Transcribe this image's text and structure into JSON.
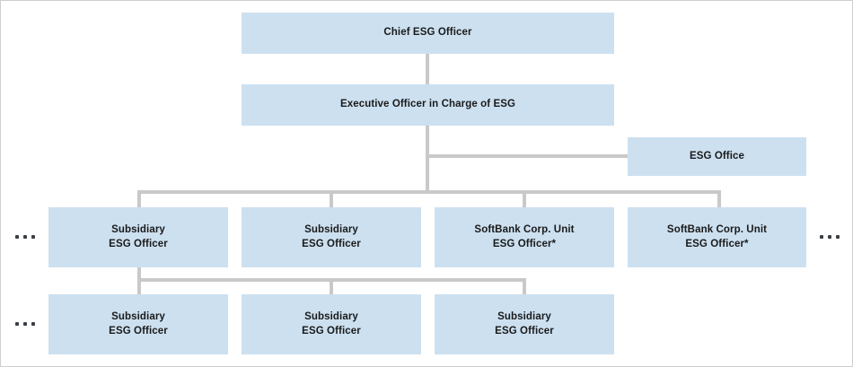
{
  "chart": {
    "type": "diagram",
    "subtype": "organization-chart",
    "orientation": "top-down",
    "colors": {
      "node_fill": "#cce0f0",
      "node_text": "#1a1a1a",
      "connector": "#c9c9c9",
      "canvas": "#ffffff",
      "border": "#cfcfcf",
      "ellipsis_dot": "#3a3f45"
    },
    "levels": [
      {
        "level": 1,
        "nodes": [
          "chief"
        ]
      },
      {
        "level": 2,
        "nodes": [
          "exec"
        ]
      },
      {
        "level": 3,
        "nodes": [
          "esg_office"
        ]
      },
      {
        "level": 4,
        "nodes": [
          "sub1",
          "sub2",
          "unit1",
          "unit2"
        ]
      },
      {
        "level": 5,
        "nodes": [
          "sub3",
          "sub4",
          "sub5"
        ]
      }
    ]
  },
  "nodes": {
    "chief": {
      "id": "chief",
      "lines": [
        "Chief ESG Officer"
      ],
      "label": "Chief ESG Officer"
    },
    "exec": {
      "id": "exec",
      "lines": [
        "Executive Officer in Charge of ESG"
      ],
      "label": "Executive Officer in Charge of ESG"
    },
    "esg_office": {
      "id": "esg_office",
      "lines": [
        "ESG Office"
      ],
      "label": "ESG Office"
    },
    "sub1": {
      "id": "sub1",
      "lines": [
        "Subsidiary",
        "ESG Officer"
      ],
      "line1": "Subsidiary",
      "line2": "ESG Officer"
    },
    "sub2": {
      "id": "sub2",
      "lines": [
        "Subsidiary",
        "ESG Officer"
      ],
      "line1": "Subsidiary",
      "line2": "ESG Officer"
    },
    "unit1": {
      "id": "unit1",
      "lines": [
        "SoftBank Corp. Unit",
        "ESG Officer*"
      ],
      "line1": "SoftBank Corp. Unit",
      "line2": "ESG Officer*"
    },
    "unit2": {
      "id": "unit2",
      "lines": [
        "SoftBank Corp. Unit",
        "ESG Officer*"
      ],
      "line1": "SoftBank Corp. Unit",
      "line2": "ESG Officer*"
    },
    "sub3": {
      "id": "sub3",
      "lines": [
        "Subsidiary",
        "ESG Officer"
      ],
      "line1": "Subsidiary",
      "line2": "ESG Officer"
    },
    "sub4": {
      "id": "sub4",
      "lines": [
        "Subsidiary",
        "ESG Officer"
      ],
      "line1": "Subsidiary",
      "line2": "ESG Officer"
    },
    "sub5": {
      "id": "sub5",
      "lines": [
        "Subsidiary",
        "ESG Officer"
      ],
      "line1": "Subsidiary",
      "line2": "ESG Officer"
    }
  },
  "edges": [
    {
      "from": "chief",
      "to": "exec",
      "style": "vertical"
    },
    {
      "from": "exec",
      "to": "esg_office",
      "style": "elbow-right"
    },
    {
      "from": "exec",
      "to": "sub1",
      "style": "elbow-bus"
    },
    {
      "from": "exec",
      "to": "sub2",
      "style": "elbow-bus"
    },
    {
      "from": "exec",
      "to": "unit1",
      "style": "elbow-bus"
    },
    {
      "from": "exec",
      "to": "unit2",
      "style": "elbow-bus"
    },
    {
      "from": "sub1",
      "to": "sub3",
      "style": "elbow-bus"
    },
    {
      "from": "sub1",
      "to": "sub4",
      "style": "elbow-bus"
    },
    {
      "from": "sub1",
      "to": "sub5",
      "style": "elbow-bus"
    }
  ],
  "continuation": {
    "glyph": "...",
    "dot_count": 3,
    "markers": [
      {
        "id": "left-row3",
        "side": "left",
        "row": 4
      },
      {
        "id": "right-row3",
        "side": "right",
        "row": 4
      },
      {
        "id": "left-row4",
        "side": "left",
        "row": 5
      }
    ]
  }
}
